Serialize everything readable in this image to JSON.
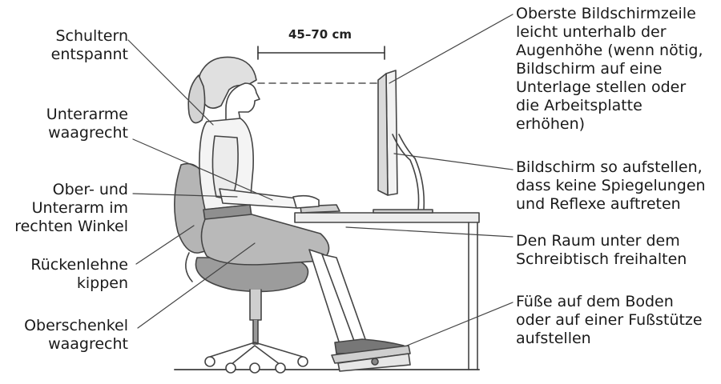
{
  "diagram": {
    "distance": "45–70 cm",
    "left_labels": {
      "shoulders": "Schultern\nentspannt",
      "forearms": "Unterarme\nwaagrecht",
      "arm_angle": "Ober- und\nUnterarm im\nrechten Winkel",
      "backrest": "Rückenlehne\nkippen",
      "thighs": "Oberschenkel\nwaagrecht"
    },
    "right_labels": {
      "top_line": "Oberste Bildschirmzeile\nleicht unterhalb der\nAugenhöhe (wenn nötig,\nBildschirm auf eine\nUnterlage stellen oder\ndie Arbeitsplatte\nerhöhen)",
      "reflections": "Bildschirm so aufstellen,\ndass keine Spiegelungen\nund Reflexe auftreten",
      "space": "Den Raum unter dem\nSchreibtisch freihalten",
      "feet": "Füße auf dem Boden\noder auf einer Fußstütze\naufstellen"
    },
    "colors": {
      "line": "#444444",
      "shade": "#b5b5b5",
      "shade_dark": "#9c9c9c",
      "light": "#e4e4e4"
    }
  }
}
